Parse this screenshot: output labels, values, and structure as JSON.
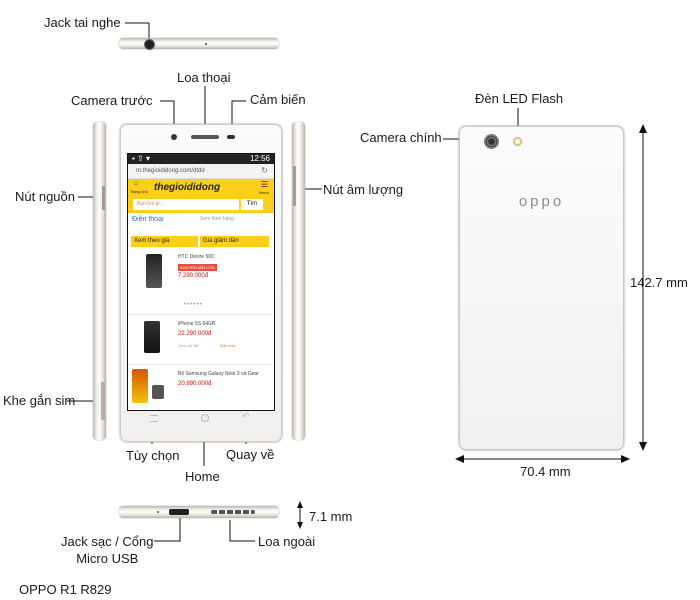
{
  "labels": {
    "jack_tai_nghe": "Jack tai nghe",
    "loa_thoai": "Loa thoại",
    "camera_truoc": "Camera trước",
    "cam_bien": "Cảm biến",
    "nut_nguon": "Nút nguồn",
    "nut_am_luong": "Nút âm lượng",
    "khe_gan_sim": "Khe gắn sim",
    "tuy_chon": "Tùy chọn",
    "home": "Home",
    "quay_ve": "Quay về",
    "jack_sac_line1": "Jack sạc / Cổng",
    "jack_sac_line2": "Micro USB",
    "loa_ngoai": "Loa ngoài",
    "den_led_flash": "Đèn LED Flash",
    "camera_chinh": "Camera chính",
    "height": "142.7 mm",
    "width": "70.4 mm",
    "thickness": "7.1 mm",
    "model": "OPPO R1 R829"
  },
  "screen": {
    "time": "12:56",
    "url": "m.thegioididong.com/dtdd",
    "logo": "thegioididong",
    "home_label": "Trang chủ",
    "menu_label": "Menu",
    "search_placeholder": "Bạn tìm gì...",
    "search_button": "Tìm",
    "category": "Điện thoại",
    "category2": "Xem theo hãng",
    "sort1": "Xem theo giá",
    "sort2": "Giá giảm dần",
    "products": [
      {
        "name": "HTC Desire 500",
        "badge": "KHUYẾN MÃI LỚN",
        "price": "7.290.000đ"
      },
      {
        "name": "iPhone 5S 64GB",
        "price": "22.290.000đ",
        "more": "Xem chi tiết",
        "buy": "Đặt mua"
      },
      {
        "name": "Bộ Samsung Galaxy Note 3 và Gear",
        "price": "20.990.000đ"
      }
    ]
  },
  "back": {
    "brand": "oppo"
  }
}
